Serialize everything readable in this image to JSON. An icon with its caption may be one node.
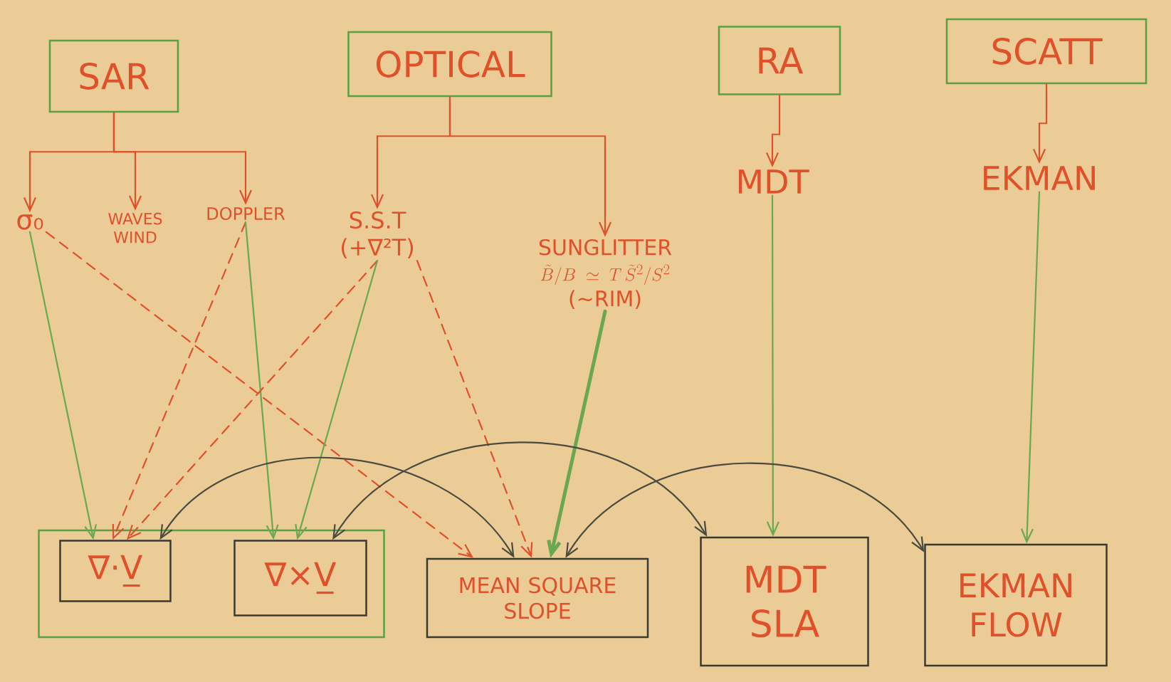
{
  "diagram": {
    "nodes": [
      {
        "text": [
          "SAR"
        ]
      },
      {
        "text": [
          "OPTICAL"
        ]
      },
      {
        "text": [
          "RA"
        ]
      },
      {
        "text": [
          "SCATT"
        ]
      },
      {
        "text": [
          "σ₀"
        ]
      },
      {
        "text": [
          "WAVES WIND"
        ]
      },
      {
        "text": [
          "DOPPLER"
        ]
      },
      {
        "text": [
          "S.S.T",
          "(+∇²T)"
        ]
      },
      {
        "text": [
          "SUNGLITTER",
          "\\tilde{B}/B \\simeq T\\,\\tilde{S}^{2}/S^{2}",
          "(~RIM)"
        ]
      },
      {
        "text": [
          "MDT"
        ]
      },
      {
        "text": [
          "EKMAN"
        ]
      },
      {
        "text": [],
        "shape": "box"
      },
      {
        "text": [
          "∇·V̲"
        ],
        "in": 11
      },
      {
        "text": [
          "∇×V̲"
        ],
        "in": 11
      },
      {
        "text": [
          "MEAN SQUARE SLOPE"
        ]
      },
      {
        "text": [
          "MDT SLA"
        ]
      },
      {
        "text": [
          "EKMAN FLOW"
        ]
      }
    ],
    "edges": [
      {
        "from": 0,
        "to": 4,
        "arrow": "to"
      },
      {
        "from": 0,
        "to": 5,
        "arrow": "to"
      },
      {
        "from": 0,
        "to": 6,
        "arrow": "to"
      },
      {
        "from": 1,
        "to": 7,
        "arrow": "to"
      },
      {
        "from": 1,
        "to": 8,
        "arrow": "to"
      },
      {
        "from": 2,
        "to": 9,
        "arrow": "to"
      },
      {
        "from": 3,
        "to": 10,
        "arrow": "to"
      },
      {
        "from": 4,
        "to": 12,
        "arrow": "to",
        "color": "#6aa84f"
      },
      {
        "from": 4,
        "to": 14,
        "arrow": "to",
        "style": "dashed"
      },
      {
        "from": 6,
        "to": 12,
        "arrow": "to",
        "style": "dashed"
      },
      {
        "from": 6,
        "to": 13,
        "arrow": "to",
        "color": "#6aa84f"
      },
      {
        "from": 7,
        "to": 12,
        "arrow": "to",
        "style": "dashed"
      },
      {
        "from": 7,
        "to": 13,
        "arrow": "to",
        "color": "#6aa84f"
      },
      {
        "from": 7,
        "to": 14,
        "arrow": "to",
        "style": "dashed"
      },
      {
        "from": 8,
        "to": 14,
        "arrow": "to",
        "style": "thick",
        "color": "#6aa84f"
      },
      {
        "from": 9,
        "to": 15,
        "arrow": "to",
        "color": "#6aa84f"
      },
      {
        "from": 10,
        "to": 16,
        "arrow": "to",
        "color": "#6aa84f"
      },
      {
        "from": 12,
        "to": 14,
        "arrow": "both",
        "color": "#4a4a40"
      },
      {
        "from": 13,
        "to": 15,
        "arrow": "both",
        "color": "#4a4a40"
      },
      {
        "from": 14,
        "to": 16,
        "arrow": "both",
        "color": "#4a4a40"
      }
    ]
  }
}
